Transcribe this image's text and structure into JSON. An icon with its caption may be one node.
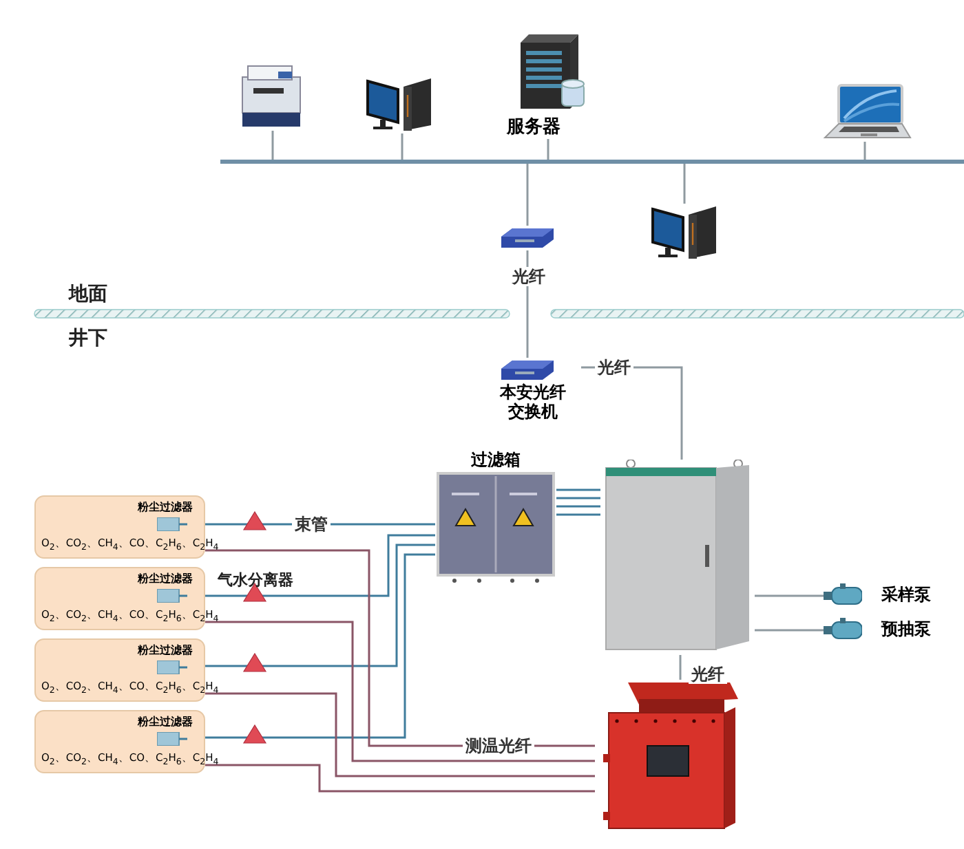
{
  "diagram": {
    "nodes": [
      {
        "text": [],
        "shape": "picture"
      },
      {
        "text": [],
        "shape": "picture"
      },
      {
        "text": [
          "服务器"
        ]
      },
      {
        "text": [],
        "shape": "picture"
      },
      {
        "text": [],
        "shape": "bar"
      },
      {
        "text": [],
        "shape": "picture"
      },
      {
        "text": [],
        "shape": "picture"
      },
      {
        "text": [
          "本安光纤交换机"
        ]
      },
      {
        "text": [
          "过滤箱"
        ]
      },
      {
        "text": [],
        "shape": "picture"
      },
      {
        "text": [],
        "shape": "picture"
      },
      {
        "text": [
          "采样泵"
        ]
      },
      {
        "text": [
          "预抽泵"
        ]
      },
      {
        "text": [
          "粉尘过滤器",
          "O$_{2}$、CO$_{2}$、CH$_{4}$、CO、C$_{2}$H$_{6}$、C$_{2}$H$_{4}$"
        ]
      },
      {
        "text": [
          "粉尘过滤器",
          "O$_{2}$、CO$_{2}$、CH$_{4}$、CO、C$_{2}$H$_{6}$、C$_{2}$H$_{4}$"
        ]
      },
      {
        "text": [
          "粉尘过滤器",
          "O$_{2}$、CO$_{2}$、CH$_{4}$、CO、C$_{2}$H$_{6}$、C$_{2}$H$_{4}$"
        ]
      },
      {
        "text": [
          "粉尘过滤器",
          "O$_{2}$、CO$_{2}$、CH$_{4}$、CO、C$_{2}$H$_{6}$、C$_{2}$H$_{4}$"
        ]
      }
    ],
    "edges": [
      {
        "from": 0,
        "to": 4,
        "arrow": "none"
      },
      {
        "from": 1,
        "to": 4,
        "arrow": "none"
      },
      {
        "from": 2,
        "to": 4,
        "arrow": "none"
      },
      {
        "from": 3,
        "to": 4,
        "arrow": "none"
      },
      {
        "from": 5,
        "to": 4,
        "arrow": "none"
      },
      {
        "from": 6,
        "to": 4,
        "arrow": "none"
      },
      {
        "from": 5,
        "to": 7,
        "arrow": "none",
        "label": "光纤"
      },
      {
        "from": 7,
        "to": 9,
        "arrow": "none",
        "label": "光纤"
      },
      {
        "from": 9,
        "to": 10,
        "arrow": "none",
        "label": "光纤"
      },
      {
        "from": 9,
        "to": 11,
        "arrow": "none"
      },
      {
        "from": 9,
        "to": 12,
        "arrow": "none"
      },
      {
        "from": 13,
        "to": 8,
        "arrow": "none",
        "label": "束管",
        "color": "#3f7c9c"
      },
      {
        "from": 14,
        "to": 8,
        "arrow": "none",
        "color": "#3f7c9c"
      },
      {
        "from": 15,
        "to": 8,
        "arrow": "none",
        "color": "#3f7c9c"
      },
      {
        "from": 16,
        "to": 8,
        "arrow": "none",
        "color": "#3f7c9c"
      },
      {
        "from": 8,
        "to": 9,
        "arrow": "none",
        "color": "#3f7c9c"
      },
      {
        "from": 13,
        "to": 10,
        "arrow": "none",
        "label": "测温光纤",
        "color": "#8a5566"
      },
      {
        "from": 14,
        "to": 10,
        "arrow": "none",
        "color": "#8a5566"
      },
      {
        "from": 15,
        "to": 10,
        "arrow": "none",
        "color": "#8a5566"
      },
      {
        "from": 16,
        "to": 10,
        "arrow": "none",
        "color": "#8a5566"
      }
    ],
    "labels": [
      "地面",
      "井下",
      "气水分离器"
    ]
  }
}
